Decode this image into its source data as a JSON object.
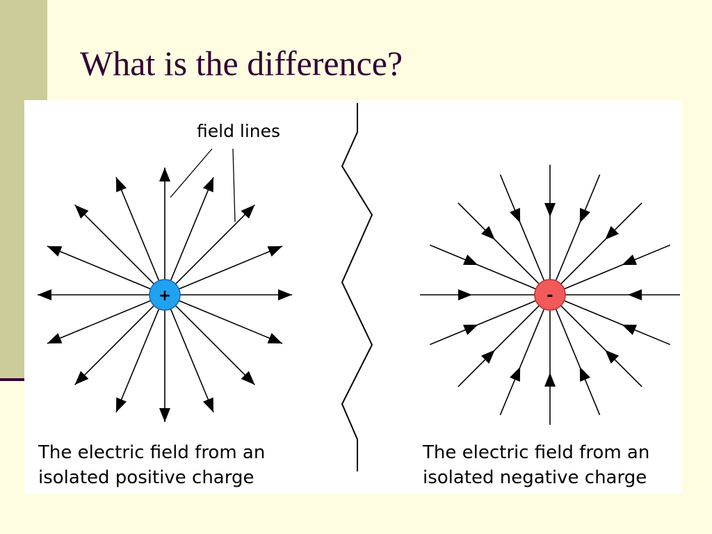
{
  "slide": {
    "title": "What is the difference?"
  },
  "diagram": {
    "callout_label": "field lines",
    "left_panel": {
      "charge_symbol": "+",
      "charge_color": "#1fa3f0",
      "arrow_direction": "outward",
      "caption_line1": "The electric field from an",
      "caption_line2": "isolated positive charge"
    },
    "right_panel": {
      "charge_symbol": "-",
      "charge_color": "#f25a5a",
      "arrow_direction": "inward",
      "caption_line1": "The electric field from an",
      "caption_line2": "isolated negative charge"
    }
  },
  "colors": {
    "background": "#fefde1",
    "sidebar": "#cccc9a",
    "title": "#330033"
  }
}
